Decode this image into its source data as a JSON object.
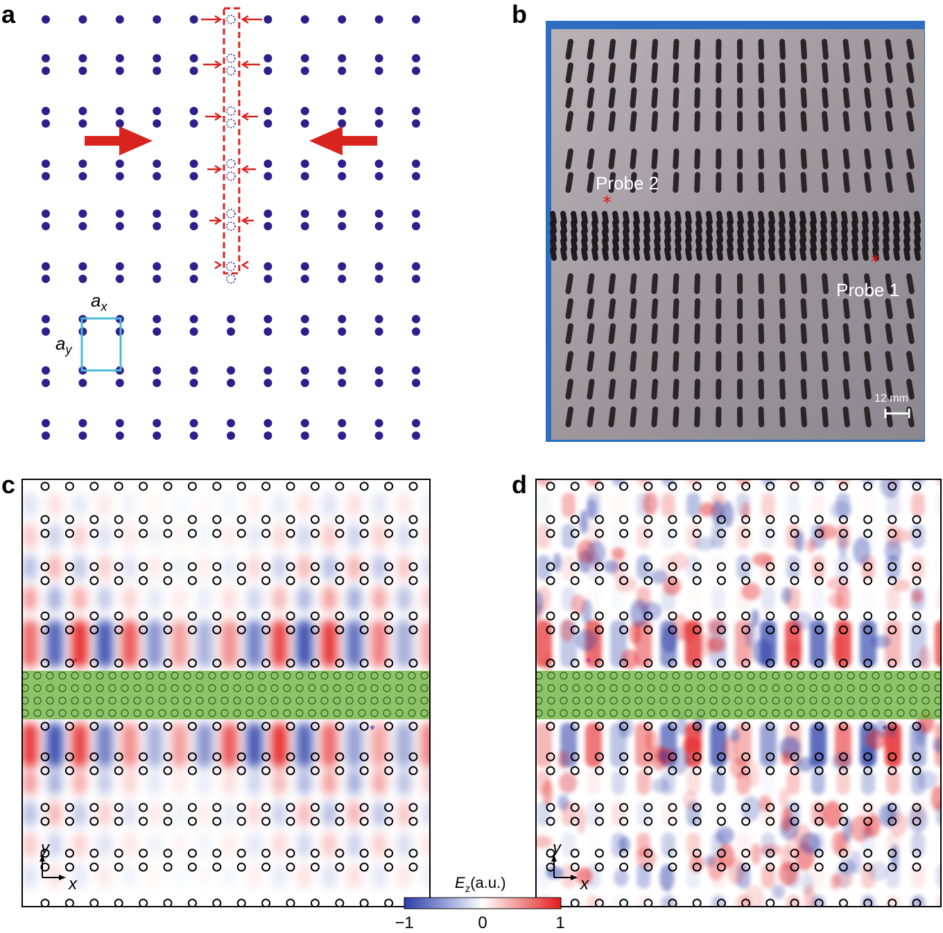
{
  "panels": {
    "a": {
      "label": "a",
      "ax_label": "a",
      "ax_sub": "x",
      "ay_label": "a",
      "ay_sub": "y"
    },
    "b": {
      "label": "b",
      "probe1": "Probe 1",
      "probe2": "Probe 2",
      "scale": "12 mm",
      "star": "*"
    },
    "c": {
      "label": "c",
      "axis_x": "x",
      "axis_y": "y",
      "star": "*"
    },
    "d": {
      "label": "d",
      "axis_x": "x",
      "axis_y": "y",
      "star": "*"
    }
  },
  "colorbar": {
    "title_main": "E",
    "title_sub": "z",
    "title_unit": "(a.u.)",
    "ticks": [
      "−1",
      "0",
      "1"
    ]
  },
  "colors": {
    "dot": "#2d1f8c",
    "arrow": "#d9231f",
    "cell": "#4bb8d8",
    "band": "#6db33f",
    "positive": "#e41a1c",
    "negative": "#2b3ea8"
  }
}
